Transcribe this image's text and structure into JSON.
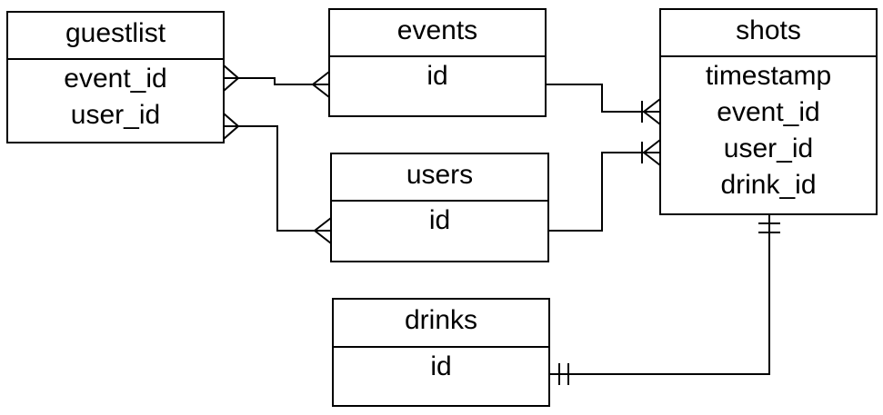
{
  "diagram": {
    "entities": [
      {
        "key": "guestlist",
        "title": "guestlist",
        "fields": [
          "event_id",
          "user_id"
        ]
      },
      {
        "key": "events",
        "title": "events",
        "fields": [
          "id"
        ]
      },
      {
        "key": "users",
        "title": "users",
        "fields": [
          "id"
        ]
      },
      {
        "key": "drinks",
        "title": "drinks",
        "fields": [
          "id"
        ]
      },
      {
        "key": "shots",
        "title": "shots",
        "fields": [
          "timestamp",
          "event_id",
          "user_id",
          "drink_id"
        ]
      }
    ],
    "relationships": [
      {
        "from": "guestlist",
        "to": "events",
        "from_cardinality": "many",
        "to_cardinality": "many"
      },
      {
        "from": "guestlist",
        "to": "users",
        "from_cardinality": "many",
        "to_cardinality": "many"
      },
      {
        "from": "events",
        "to": "shots",
        "from_cardinality": "none",
        "to_cardinality": "one-or-many"
      },
      {
        "from": "users",
        "to": "shots",
        "from_cardinality": "none",
        "to_cardinality": "one-or-many"
      },
      {
        "from": "shots",
        "to": "drinks",
        "from_cardinality": "exactly-one",
        "to_cardinality": "exactly-one"
      }
    ],
    "colors": {
      "line": "#000000",
      "background": "#ffffff"
    }
  }
}
